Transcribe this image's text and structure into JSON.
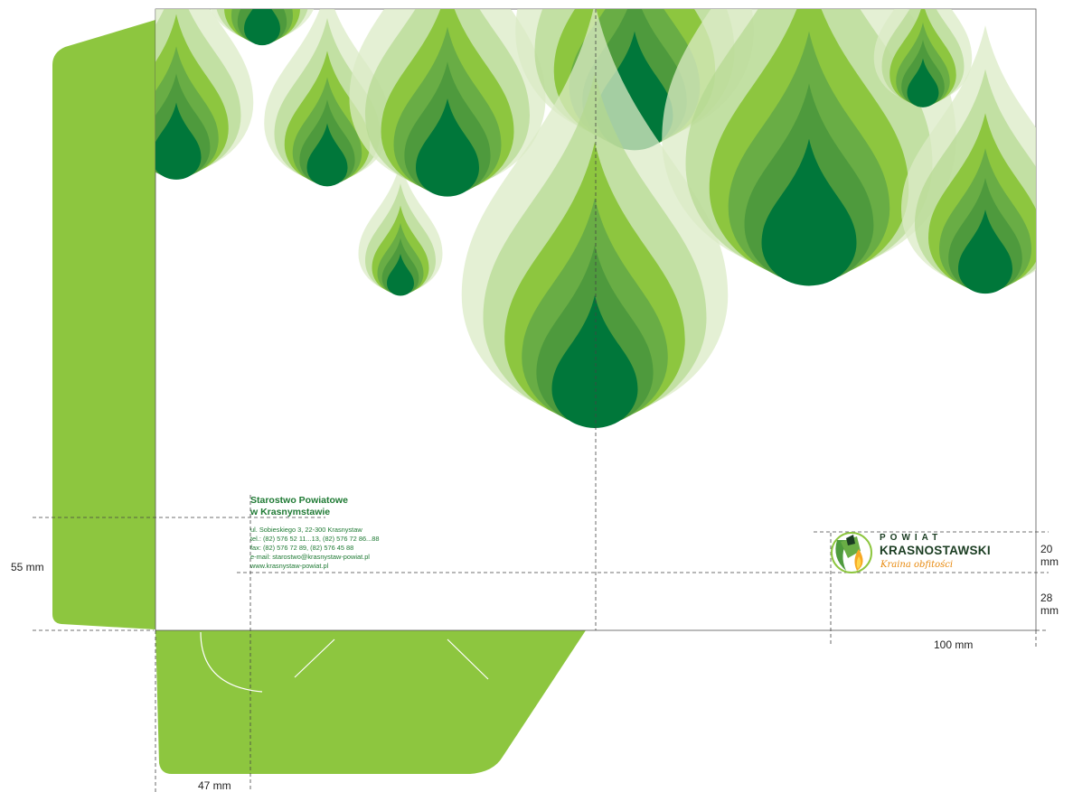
{
  "colors": {
    "flap": "#8dc63f",
    "drop_outer": "#dbebc6",
    "drop_light": "#b4d88f",
    "drop_mid": "#8dc63f",
    "drop_green": "#69ad45",
    "drop_deep": "#4e9a3d",
    "drop_core": "#00773a",
    "text_green": "#1f7a34",
    "logo_dark": "#1b3d22",
    "logo_orange": "#e88a0f"
  },
  "dimensions": {
    "left_height": "55 mm",
    "logo_top": "20 mm",
    "logo_bottom": "28 mm",
    "logo_width": "100 mm",
    "pocket_offset": "47 mm"
  },
  "contact": {
    "org_line1": "Starostwo Powiatowe",
    "org_line2": "w Krasnymstawie",
    "address": "ul. Sobieskiego 3, 22-300 Krasnystaw",
    "tel": "tel.: (82) 576 52 11...13, (82) 576 72 86...88",
    "fax": "fax: (82) 576 72 89, (82) 576 45 88",
    "email": "e-mail: starostwo@krasnystaw-powiat.pl",
    "www": "www.krasnystaw-powiat.pl"
  },
  "logo": {
    "word1": "POWIAT",
    "word2": "KRASNOSTAWSKI",
    "tagline": "Kraina obfitości",
    "icon": "hop-cone-flame-icon"
  }
}
